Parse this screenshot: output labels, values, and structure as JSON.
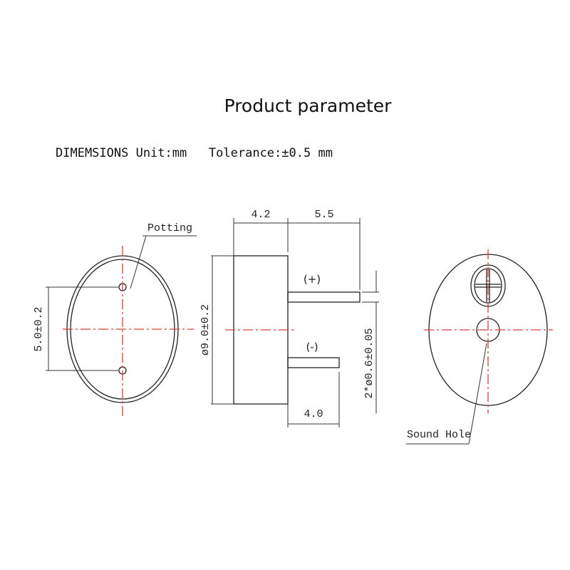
{
  "title": "Product parameter",
  "subtitle": "DIMEMSIONS Unit:mm   Tolerance:±0.5 mm",
  "front_view": {
    "label_potting": "Potting",
    "dim_pin_spacing": "5.0±0.2"
  },
  "side_view": {
    "dim_body_thickness": "4.2",
    "dim_pin_length_plus": "5.5",
    "dim_pin_length_minus": "4.0",
    "dim_diameter": "ø9.0±0.2",
    "dim_pin_diameter": "2*ø0.6±0.05",
    "label_plus": "(+)",
    "label_minus": "(-)"
  },
  "back_view": {
    "label_sound_hole": "Sound Hole"
  }
}
